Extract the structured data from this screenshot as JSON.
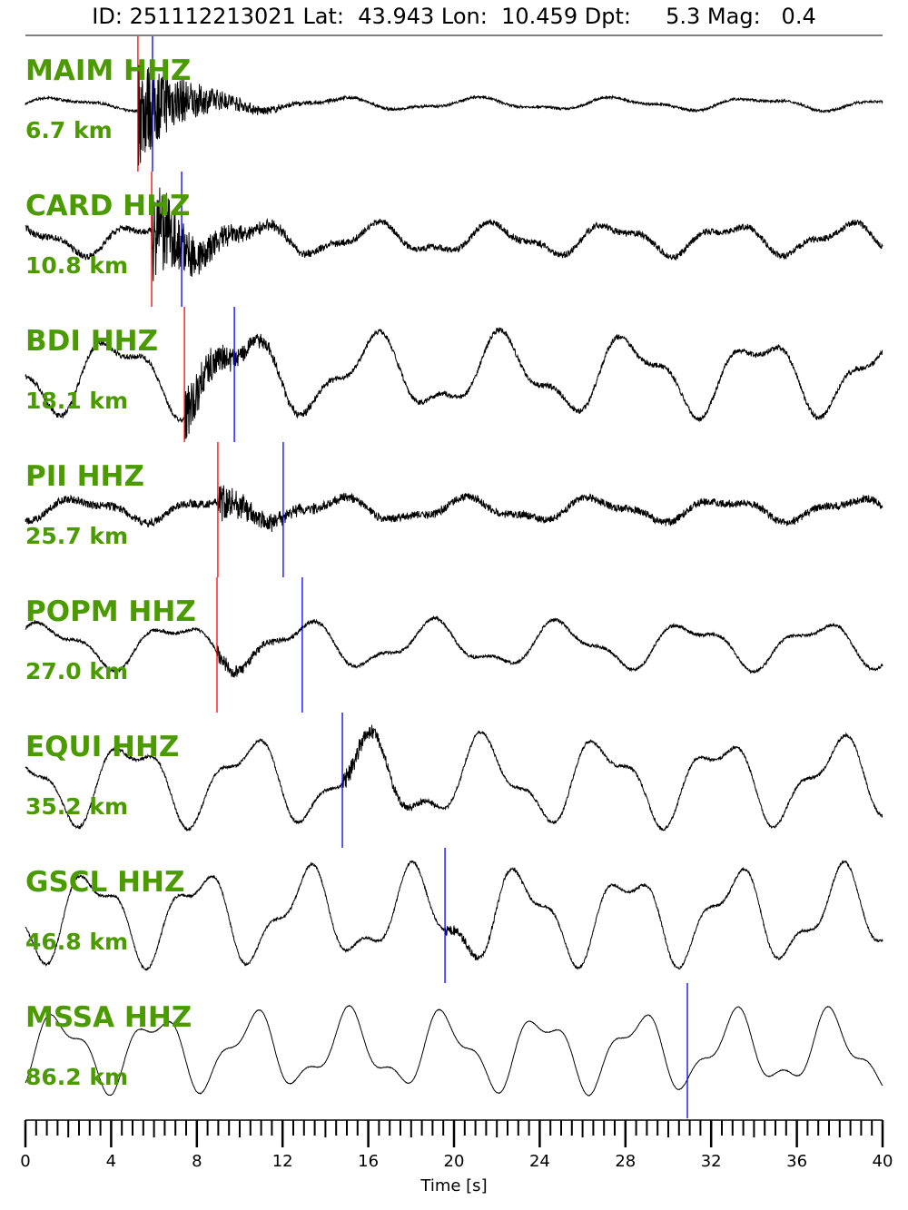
{
  "header": {
    "id_label": "ID:",
    "id": "251112213021",
    "lat_label": "Lat:",
    "lat": "43.943",
    "lon_label": "Lon:",
    "lon": "10.459",
    "dpt_label": "Dpt:",
    "dpt": "5.3",
    "mag_label": "Mag:",
    "mag": "0.4"
  },
  "chart_data": {
    "type": "line",
    "title": "ID: 251112213021 Lat:  43.943 Lon:  10.459 Dpt:     5.3 Mag:   0.4",
    "xlabel": "Time [s]",
    "xlim": [
      0,
      40
    ],
    "xticks": [
      "0",
      "4",
      "8",
      "12",
      "16",
      "20",
      "24",
      "28",
      "32",
      "36",
      "40"
    ],
    "minor_tick_step": 0.5,
    "colors": {
      "station_label": "#4a9a00",
      "p_pick": "#ff0000",
      "s_pick": "#0000ff",
      "trace": "#000000"
    },
    "stations": [
      {
        "name": "MAIM HHZ",
        "distance": "6.7 km",
        "p_pick": 5.25,
        "s_pick": 5.93,
        "swell_amp": 0.08,
        "swell_period": 6.5,
        "noise": 0.04,
        "event_amp": 1.0
      },
      {
        "name": "CARD HHZ",
        "distance": "10.8 km",
        "p_pick": 5.89,
        "s_pick": 7.29,
        "swell_amp": 0.2,
        "swell_period": 5.5,
        "noise": 0.1,
        "event_amp": 0.9
      },
      {
        "name": "BDI HHZ",
        "distance": "18.1 km",
        "p_pick": 7.42,
        "s_pick": 9.75,
        "swell_amp": 0.5,
        "swell_period": 6.0,
        "noise": 0.08,
        "event_amp": 0.5
      },
      {
        "name": "PII HHZ",
        "distance": "25.7 km",
        "p_pick": 8.98,
        "s_pick": 12.03,
        "swell_amp": 0.15,
        "swell_period": 6.0,
        "noise": 0.12,
        "event_amp": 0.35
      },
      {
        "name": "POPM HHZ",
        "distance": "27.0 km",
        "p_pick": 8.94,
        "s_pick": 12.92,
        "swell_amp": 0.3,
        "swell_period": 6.0,
        "noise": 0.05,
        "event_amp": 0.15
      },
      {
        "name": "EQUI HHZ",
        "distance": "35.2 km",
        "p_pick": null,
        "s_pick": 14.79,
        "swell_amp": 0.55,
        "swell_period": 5.5,
        "noise": 0.05,
        "event_amp": 0.2
      },
      {
        "name": "GSCL HHZ",
        "distance": "46.8 km",
        "p_pick": null,
        "s_pick": 19.58,
        "swell_amp": 0.6,
        "swell_period": 5.0,
        "noise": 0.04,
        "event_amp": 0.1
      },
      {
        "name": "MSSA HHZ",
        "distance": "86.2 km",
        "p_pick": null,
        "s_pick": 30.89,
        "swell_amp": 0.5,
        "swell_period": 4.5,
        "noise": 0.01,
        "event_amp": 0.0
      }
    ]
  }
}
